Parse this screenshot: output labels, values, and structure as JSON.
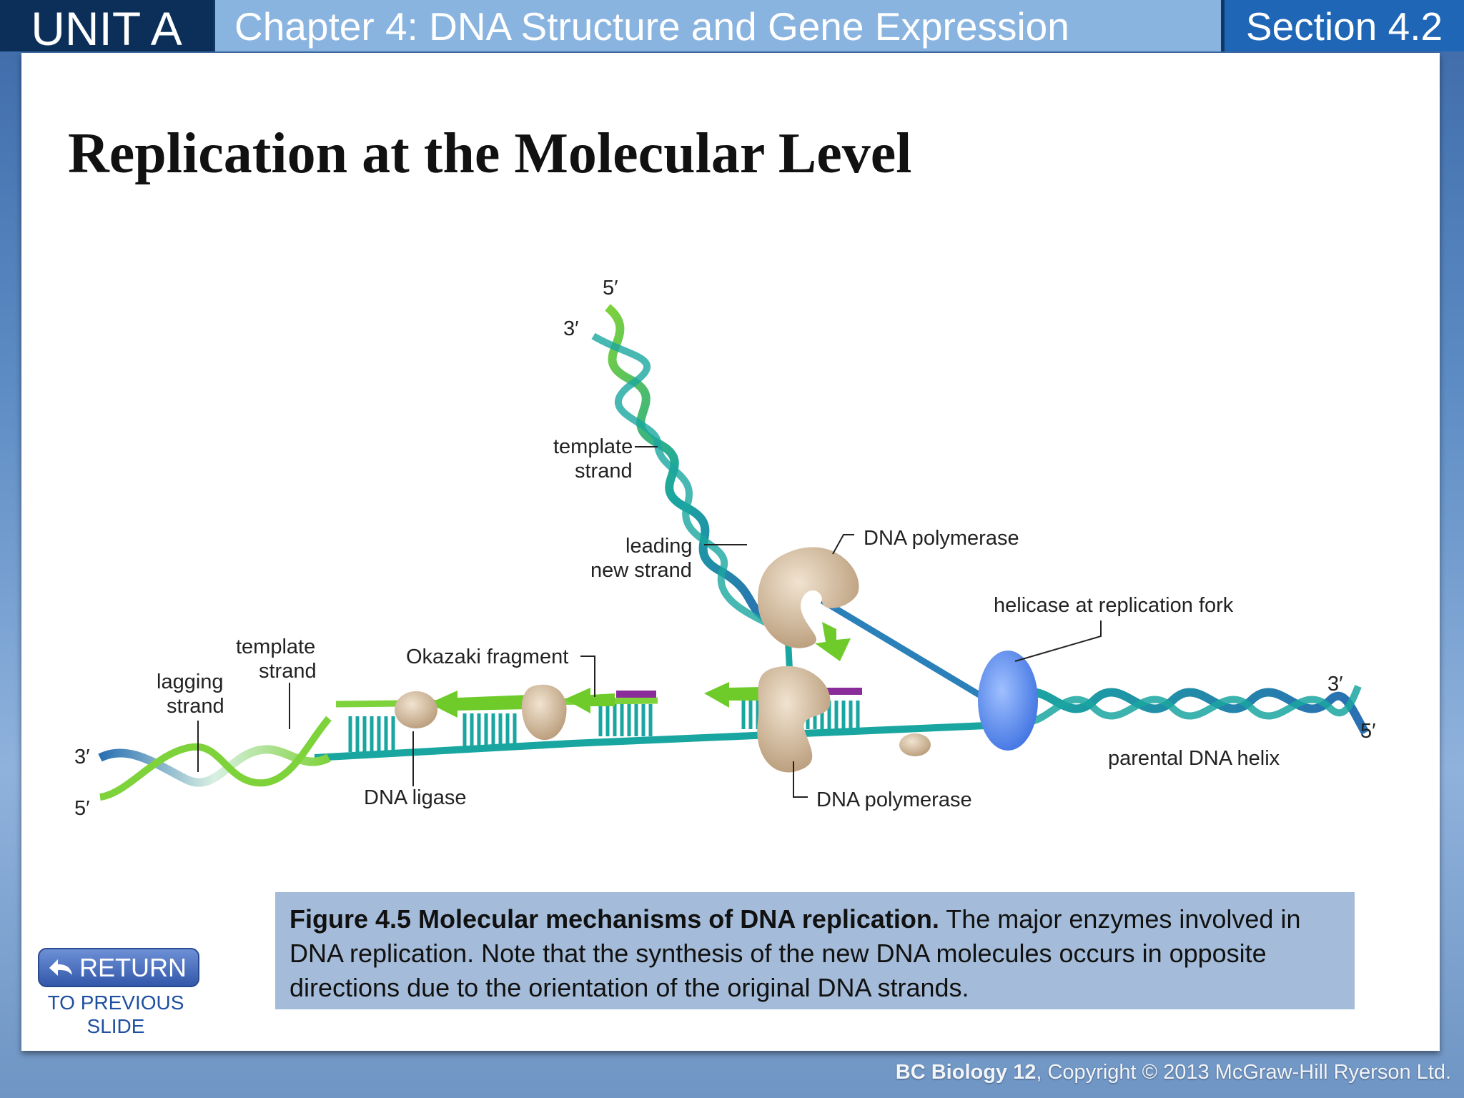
{
  "header": {
    "unit": "UNIT A",
    "chapter": "Chapter 4: DNA Structure and Gene Expression",
    "section": "Section 4.2"
  },
  "slide": {
    "title": "Replication at the Molecular Level"
  },
  "diagram": {
    "labels": {
      "top_5prime": "5′",
      "top_3prime": "3′",
      "template_strand_top_1": "template",
      "template_strand_top_2": "strand",
      "leading_1": "leading",
      "leading_2": "new strand",
      "dna_polymerase_top": "DNA polymerase",
      "helicase": "helicase at replication fork",
      "template_strand_left_1": "template",
      "template_strand_left_2": "strand",
      "lagging_1": "lagging",
      "lagging_2": "strand",
      "okazaki": "Okazaki fragment",
      "left_3prime": "3′",
      "left_5prime": "5′",
      "dna_ligase": "DNA ligase",
      "dna_polymerase_bottom": "DNA polymerase",
      "right_3prime": "3′",
      "right_5prime": "5′",
      "parental": "parental DNA helix"
    },
    "colors": {
      "strand_teal": "#1aa6a0",
      "strand_blue": "#2a6fb2",
      "strand_green": "#7ed23a",
      "enzyme_tan": "#d8bfa0",
      "helicase_blue": "#5b8cf0",
      "primer_purple": "#8a2c9a",
      "arrow_green": "#6ecb2a"
    }
  },
  "caption": {
    "bold": "Figure 4.5 Molecular mechanisms of DNA replication.",
    "text": " The major enzymes involved in DNA replication. Note that the synthesis of the new DNA molecules occurs in opposite directions due to the orientation of the original DNA strands."
  },
  "navigation": {
    "return_label": "RETURN",
    "return_sub": "TO PREVIOUS SLIDE"
  },
  "footer": {
    "book": "BC Biology 12",
    "copyright": ", Copyright © 2013 McGraw-Hill Ryerson Ltd."
  }
}
